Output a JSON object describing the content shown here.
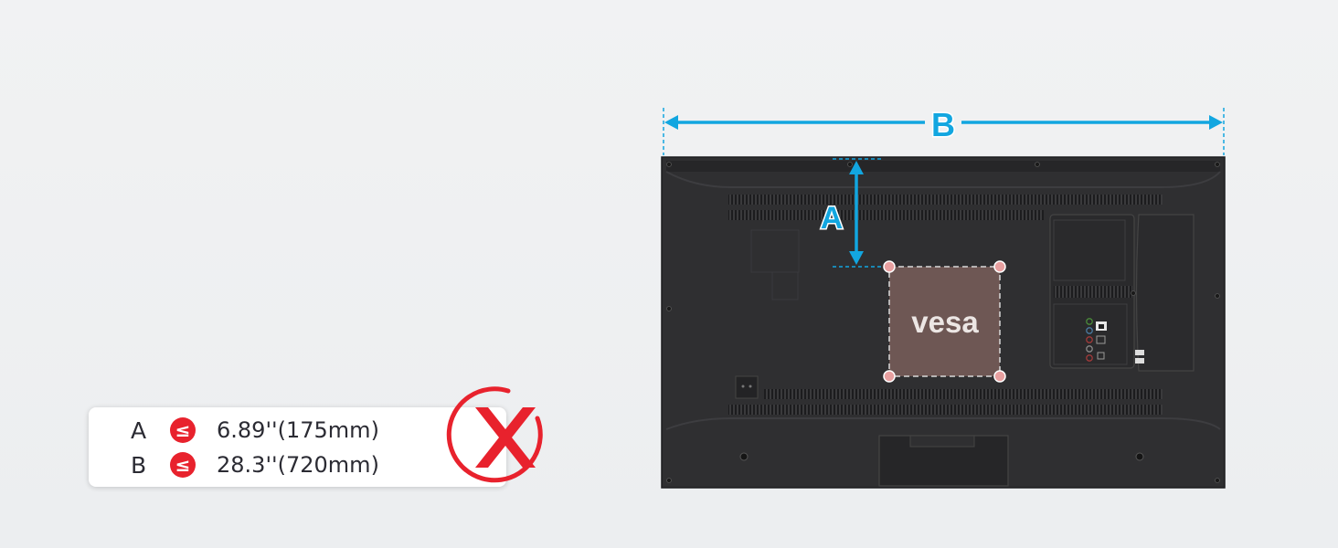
{
  "limits": [
    {
      "label": "A",
      "symbol": "≤",
      "value": "6.89''(175mm)"
    },
    {
      "label": "B",
      "symbol": "≤",
      "value": "28.3''(720mm)"
    }
  ],
  "diagram": {
    "label_a": "A",
    "label_b": "B",
    "vesa_text": "vesa"
  },
  "status_icon": "red-x-circle-icon",
  "colors": {
    "dimension_arrow": "#12a6e0",
    "alert_red": "#e8222d",
    "tv_body": "#2f2f31",
    "vesa_plate": "#6e5754"
  }
}
